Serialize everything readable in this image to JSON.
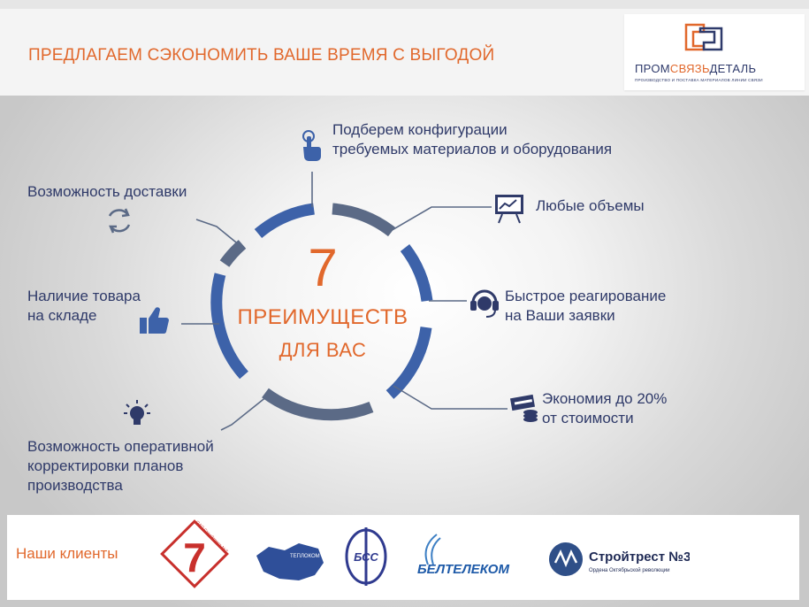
{
  "header": {
    "title": "ПРЕДЛАГАЕМ СЭКОНОМИТЬ ВАШЕ ВРЕМЯ С ВЫГОДОЙ",
    "logo": {
      "name_part1": "ПРОМ",
      "name_part2": "СВЯЗЬ",
      "name_part3": "ДЕТАЛЬ",
      "tagline": "ПРОИЗВОДСТВО И ПОСТАВКА МАТЕРИАЛОВ ЛИНИИ СВЯЗИ"
    }
  },
  "center": {
    "number": "7",
    "line1": "ПРЕИМУЩЕСТВ",
    "line2": "ДЛЯ ВАС"
  },
  "features": [
    {
      "text": "Подберем конфигурации\nтребуемых материалов и оборудования",
      "icon": "hand-pointer-icon"
    },
    {
      "text": "Любые объемы",
      "icon": "presentation-board-icon"
    },
    {
      "text": "Быстрое реагирование\nна Ваши заявки",
      "icon": "headset-icon"
    },
    {
      "text": "Экономия до 20%\nот стоимости",
      "icon": "money-icon"
    },
    {
      "text": "Возможность оперативной\nкорректировки планов\nпроизводства",
      "icon": "lightbulb-icon"
    },
    {
      "text": "Наличие товара\nна складе",
      "icon": "thumbs-up-icon"
    },
    {
      "text": "Возможность доставки",
      "icon": "refresh-cycle-icon"
    }
  ],
  "clients": {
    "label": "Наши клиенты",
    "logos": [
      {
        "name": "7",
        "caption": "ОАО Стройтрест №7"
      },
      {
        "name": "ТЕПЛОКОМ СТРОЙ",
        "caption": ""
      },
      {
        "name": "БСС",
        "caption": ""
      },
      {
        "name": "БЕЛТЕЛЕКОМ",
        "caption": ""
      },
      {
        "name": "Стройтрест №3",
        "caption": "Ордена Октябрьской революции"
      }
    ]
  },
  "colors": {
    "accent": "#e1682c",
    "text": "#2f3a69",
    "ring_blue": "#3d62a9",
    "ring_gray": "#5b6a86"
  }
}
